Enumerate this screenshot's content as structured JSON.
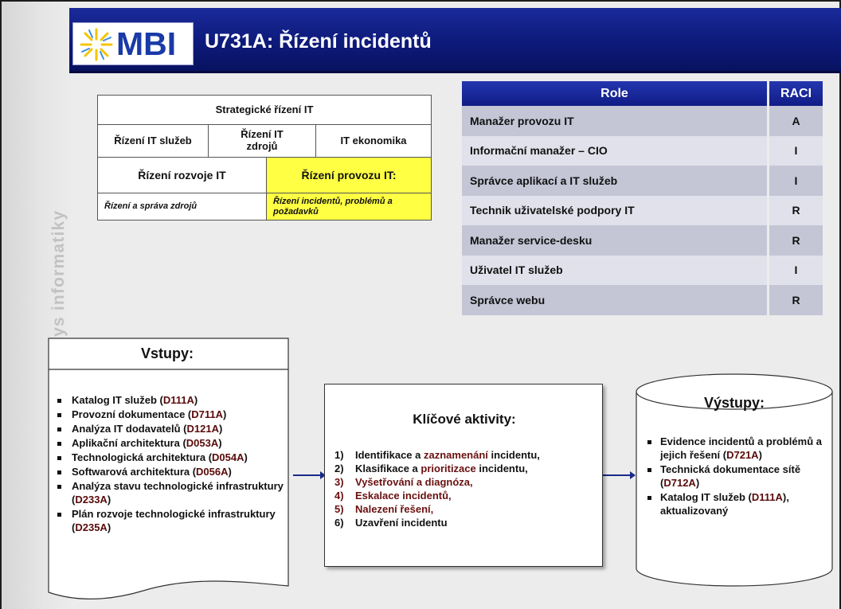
{
  "sidebar": {
    "text": "MBI – Management byznys informatiky"
  },
  "header": {
    "logo_text": "MBI",
    "title": "U731A: Řízení incidentů"
  },
  "org_table": {
    "strategic": "Strategické řízení IT",
    "services": "Řízení IT služeb",
    "resources": "Řízení IT zdrojů",
    "economics": "IT ekonomika",
    "development": "Řízení rozvoje IT",
    "operations": "Řízení provozu IT:",
    "resource_mgmt": "Řízení a správa zdrojů",
    "incidents": "Řízení incidentů, problémů a požadavků"
  },
  "raci": {
    "header_role": "Role",
    "header_raci": "RACI",
    "rows": [
      {
        "role": "Manažer provozu IT",
        "raci": "A"
      },
      {
        "role": "Informační manažer – CIO",
        "raci": "I"
      },
      {
        "role": "Správce aplikací a IT služeb",
        "raci": "I"
      },
      {
        "role": "Technik uživatelské podpory IT",
        "raci": "R"
      },
      {
        "role": "Manažer service-desku",
        "raci": "R"
      },
      {
        "role": "Uživatel IT služeb",
        "raci": "I"
      },
      {
        "role": "Správce webu",
        "raci": "R"
      }
    ]
  },
  "inputs": {
    "title": "Vstupy:",
    "items": [
      {
        "text": "Katalog IT služeb (",
        "code": "D111A",
        "end": ")"
      },
      {
        "text": "Provozní dokumentace (",
        "code": "D711A",
        "end": ")"
      },
      {
        "text": "Analýza IT dodavatelů (",
        "code": "D121A",
        "end": ")"
      },
      {
        "text": "Aplikační architektura (",
        "code": "D053A",
        "end": ")"
      },
      {
        "text": "Technologická architektura (",
        "code": "D054A",
        "end": ")"
      },
      {
        "text": "Softwarová architektura (",
        "code": "D056A",
        "end": ")"
      },
      {
        "text": "Analýza stavu technologické infrastruktury (",
        "code": "D233A",
        "end": ")"
      },
      {
        "text": "Plán rozvoje technologické infrastruktury (",
        "code": "D235A",
        "end": ")"
      }
    ]
  },
  "activities": {
    "title": "Klíčové aktivity:",
    "items": [
      {
        "num": "1)",
        "a": "Identifikace a ",
        "b": "zaznamenání",
        "c": " incidentu,"
      },
      {
        "num": "2)",
        "a": "Klasifikace a ",
        "b": "prioritizace",
        "c": " incidentu,"
      },
      {
        "num": "3)",
        "a": "",
        "b": "Vyšetřování a diagnóza,",
        "c": ""
      },
      {
        "num": "4)",
        "a": "",
        "b": "Eskalace incidentů,",
        "c": ""
      },
      {
        "num": "5)",
        "a": "",
        "b": "Nalezení řešení,",
        "c": ""
      },
      {
        "num": "6)",
        "a": "Uzavření incidentu",
        "b": "",
        "c": ""
      }
    ]
  },
  "outputs": {
    "title": "Výstupy:",
    "items": [
      {
        "text": "Evidence incidentů a problémů a jejich řešení (",
        "code": "D721A",
        "end": ")"
      },
      {
        "text": "Technická dokumentace sítě (",
        "code": "D712A",
        "end": ")"
      },
      {
        "text": "Katalog IT služeb (",
        "code": "D111A",
        "end": "), aktualizovaný"
      }
    ]
  },
  "colors": {
    "header_blue": "#101c86",
    "highlight_yellow": "#ffff44",
    "code_brown": "#5a0a0a"
  }
}
